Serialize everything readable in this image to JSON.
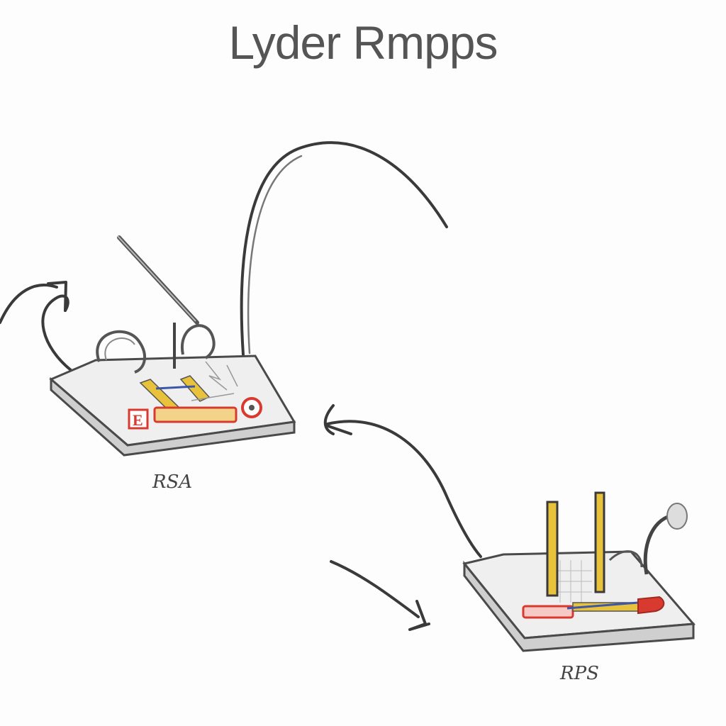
{
  "diagram": {
    "title": "Lyder Rmpps",
    "colors": {
      "line": "#3a3a3a",
      "board_fill": "#efefef",
      "board_edge": "#4a4a4a",
      "red": "#d83a2f",
      "yellow": "#e7c23a",
      "blue": "#3c57a8"
    },
    "devices": [
      {
        "name": "left-device",
        "label": "RSA",
        "sign": "E"
      },
      {
        "name": "right-device",
        "label": "RPS"
      }
    ]
  }
}
